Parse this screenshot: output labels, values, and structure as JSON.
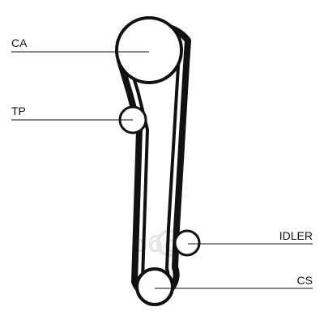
{
  "labels": {
    "ca": "CA",
    "tp": "TP",
    "idler": "IDLER",
    "cs": "CS"
  },
  "watermark": {
    "text": "oбcp"
  },
  "colors": {
    "belt": "#111111",
    "background": "#ffffff",
    "watermark": "#e6e6e6"
  }
}
